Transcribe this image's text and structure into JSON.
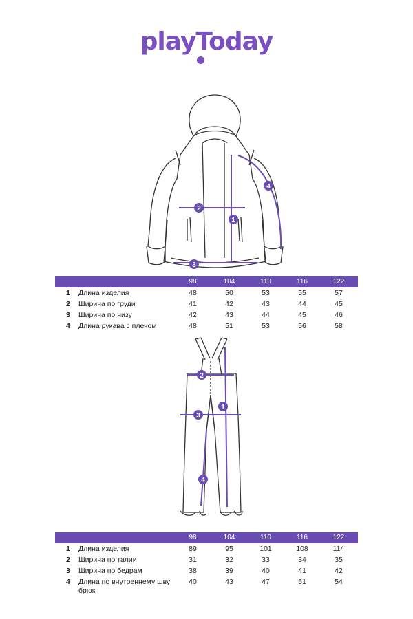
{
  "brand": {
    "name": "playToday",
    "accent": "#7a4fc0",
    "header_bg": "#6a4db3"
  },
  "jacket": {
    "markers": [
      "1",
      "2",
      "3",
      "4"
    ],
    "table": {
      "sizes": [
        "98",
        "104",
        "110",
        "116",
        "122"
      ],
      "rows": [
        {
          "num": "1",
          "label": "Длина изделия",
          "values": [
            "48",
            "50",
            "53",
            "55",
            "57"
          ]
        },
        {
          "num": "2",
          "label": "Ширина по груди",
          "values": [
            "41",
            "42",
            "43",
            "44",
            "45"
          ]
        },
        {
          "num": "3",
          "label": "Ширина по низу",
          "values": [
            "42",
            "43",
            "44",
            "45",
            "46"
          ]
        },
        {
          "num": "4",
          "label": "Длина рукава с плечом",
          "values": [
            "48",
            "51",
            "53",
            "56",
            "58"
          ]
        }
      ]
    }
  },
  "pants": {
    "markers": [
      "1",
      "2",
      "3",
      "4"
    ],
    "table": {
      "sizes": [
        "98",
        "104",
        "110",
        "116",
        "122"
      ],
      "rows": [
        {
          "num": "1",
          "label": "Длина изделия",
          "values": [
            "89",
            "95",
            "101",
            "108",
            "114"
          ]
        },
        {
          "num": "2",
          "label": "Ширина по талии",
          "values": [
            "31",
            "32",
            "33",
            "34",
            "35"
          ]
        },
        {
          "num": "3",
          "label": "Ширина по бедрам",
          "values": [
            "38",
            "39",
            "40",
            "41",
            "42"
          ]
        },
        {
          "num": "4",
          "label": "Длина по внутреннему шву брюк",
          "values": [
            "40",
            "43",
            "47",
            "51",
            "54"
          ]
        }
      ]
    }
  }
}
